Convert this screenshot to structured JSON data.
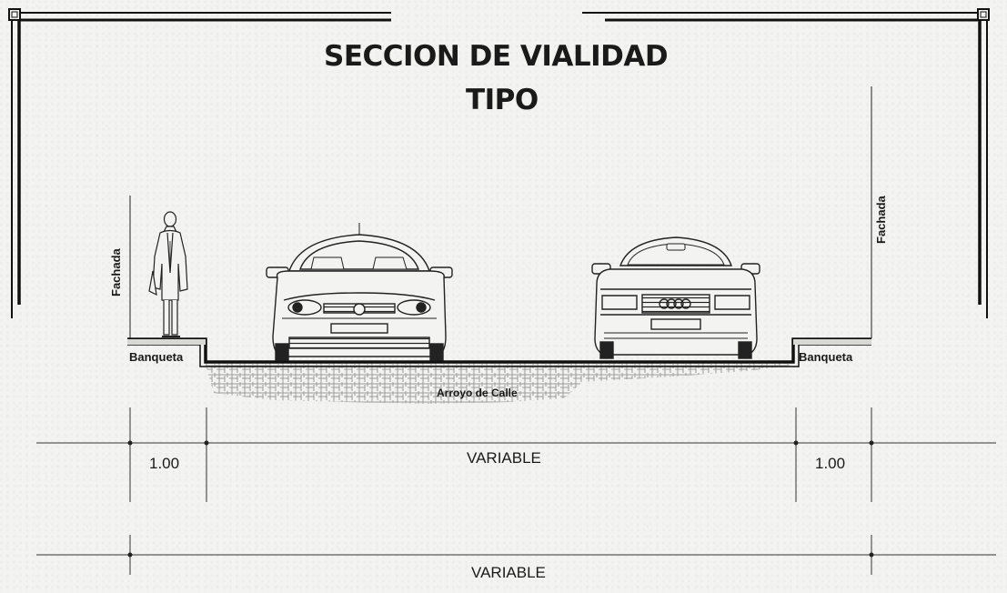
{
  "title": {
    "line1": "SECCION DE VIALIDAD",
    "line2": "TIPO"
  },
  "labels": {
    "facade_left": "Fachada",
    "facade_right": "Fachada",
    "sidewalk_left": "Banqueta",
    "sidewalk_right": "Banqueta",
    "roadway": "Arroyo de Calle"
  },
  "dimensions": {
    "sidewalk_left": "1.00",
    "roadway": "VARIABLE",
    "sidewalk_right": "1.00",
    "total": "VARIABLE"
  },
  "colors": {
    "ink": "#1a1a1a",
    "paper": "#f3f3f1"
  }
}
